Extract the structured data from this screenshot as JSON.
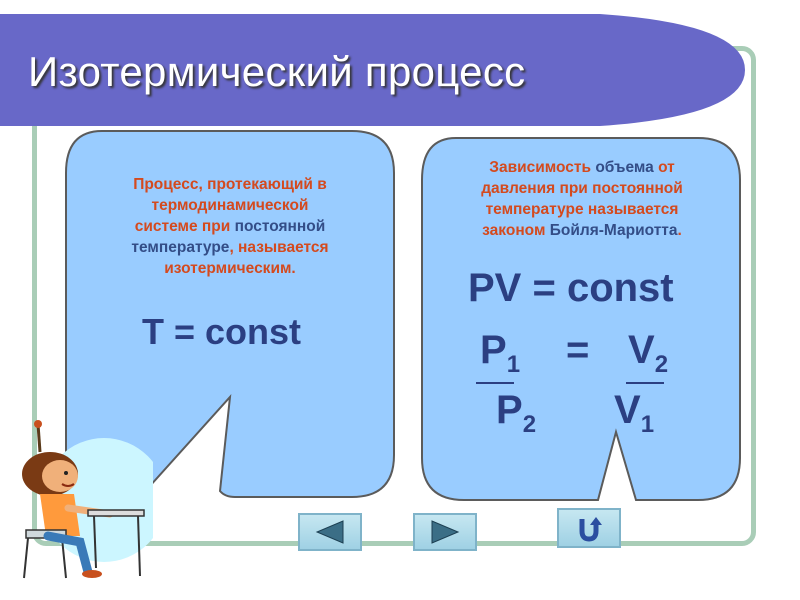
{
  "slide": {
    "title": "Изотермический процесс"
  },
  "left_bubble": {
    "text_parts": [
      {
        "text": "Процесс, протекающий в",
        "style": "red"
      },
      {
        "text": "термодинамической",
        "style": "red"
      },
      {
        "text": "системе при ",
        "style": "red"
      },
      {
        "text": "постоянной",
        "style": "blue"
      },
      {
        "text": "температуре",
        "style": "blue"
      },
      {
        "text": ", называется",
        "style": "red"
      },
      {
        "text": "изотермическим.",
        "style": "red"
      }
    ],
    "formula": "T = const"
  },
  "right_bubble": {
    "text_parts": [
      {
        "text": "Зависимость ",
        "style": "red"
      },
      {
        "text": "объема",
        "style": "blue"
      },
      {
        "text": " от",
        "style": "red"
      },
      {
        "text": "давления при постоянной",
        "style": "red"
      },
      {
        "text": "температуре называется",
        "style": "red"
      },
      {
        "text": "законом ",
        "style": "red"
      },
      {
        "text": "Бойля-Мариотта",
        "style": "blue"
      },
      {
        "text": ".",
        "style": "red"
      }
    ],
    "formula_main": "PV = const",
    "ratio": {
      "p_top": "P",
      "p_top_sub": "1",
      "equals": "=",
      "v_top": "V",
      "v_top_sub": "2",
      "p_bottom": "P",
      "p_bottom_sub": "2",
      "v_bottom": "V",
      "v_bottom_sub": "1"
    }
  },
  "navigation": {
    "prev_icon": "triangle-left-icon",
    "next_icon": "triangle-right-icon",
    "return_icon": "u-turn-arrow-icon"
  },
  "colors": {
    "banner": "#6868c8",
    "bubble_fill": "#99ccff",
    "bubble_stroke": "#5b5b5b",
    "text_red": "#d44a1e",
    "text_blue": "#334d87",
    "formula": "#2b3f82",
    "frame": "#a9cdb7"
  }
}
